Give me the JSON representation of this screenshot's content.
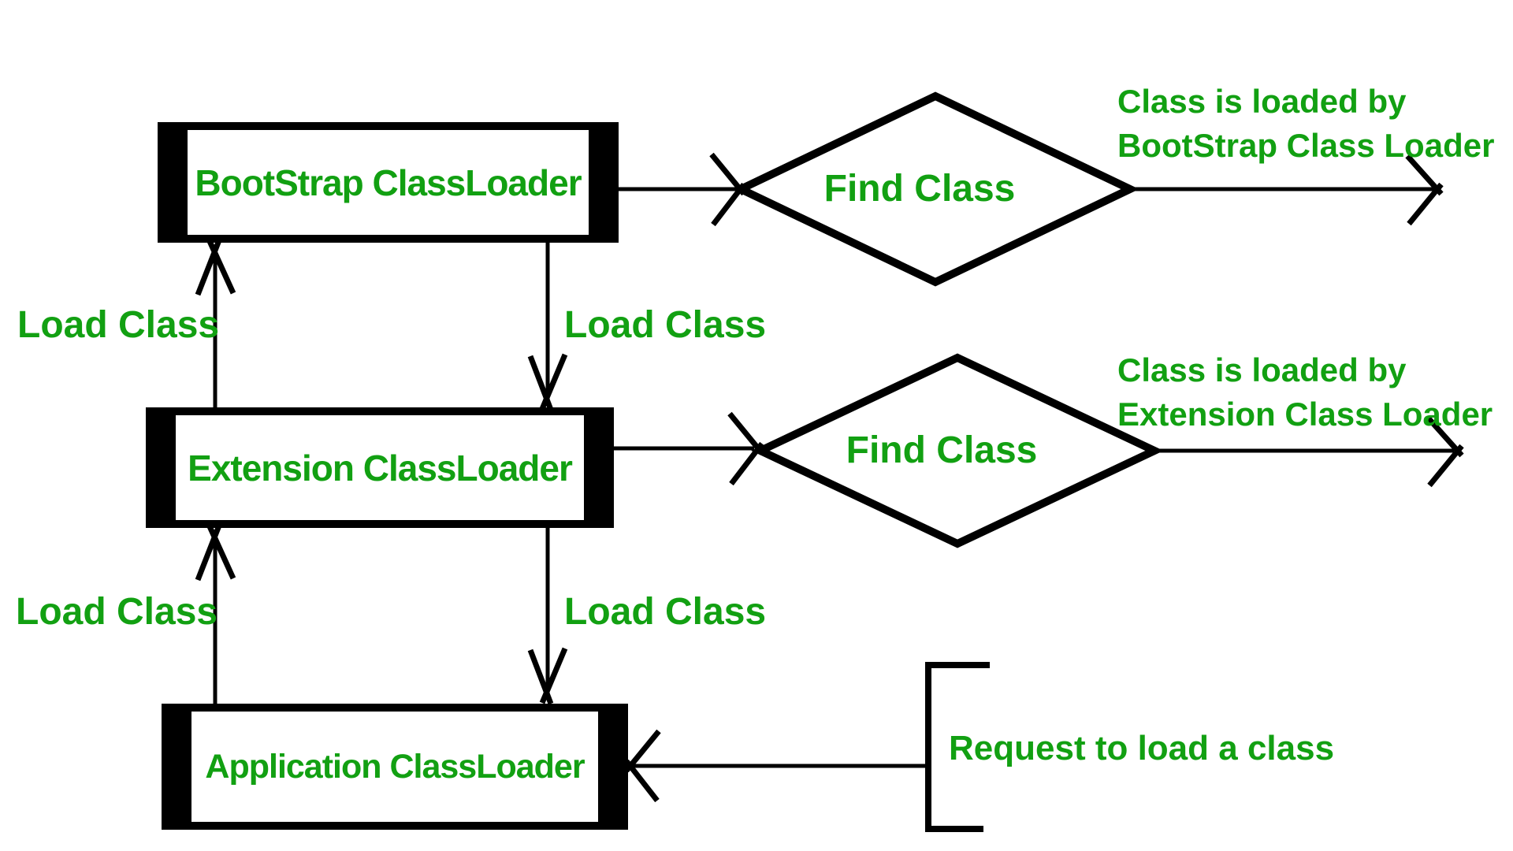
{
  "colors": {
    "text_green": "#12A012",
    "line_black": "#000000",
    "background": "#FFFFFF"
  },
  "boxes": [
    {
      "label": "BootStrap ClassLoader"
    },
    {
      "label": "Extension ClassLoader"
    },
    {
      "label": "Application ClassLoader"
    }
  ],
  "diamonds": [
    {
      "label": "Find Class"
    },
    {
      "label": "Find Class"
    }
  ],
  "edge_labels": {
    "load_class": "Load Class"
  },
  "annotations": {
    "bootstrap_result": {
      "line1": "Class is loaded by",
      "line2": "BootStrap Class Loader"
    },
    "extension_result": {
      "line1": "Class is loaded by",
      "line2": "Extension Class Loader"
    },
    "request": "Request to load a class"
  }
}
